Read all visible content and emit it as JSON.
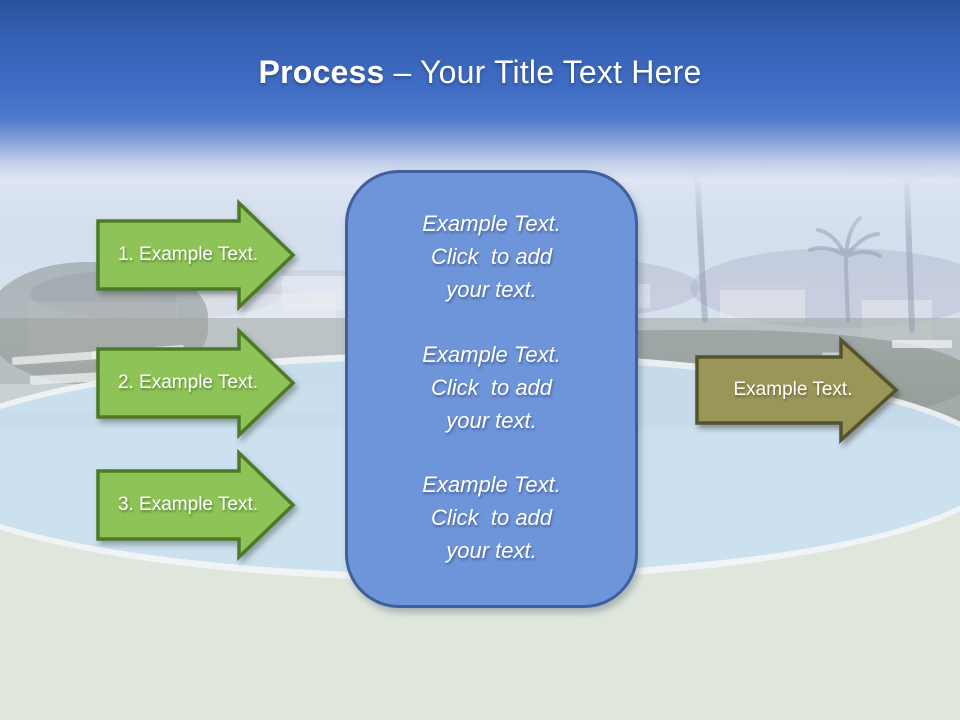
{
  "title": {
    "bold": "Process",
    "rest": "– Your Title Text Here"
  },
  "steps": [
    {
      "label": "1. Example Text."
    },
    {
      "label": "2. Example Text."
    },
    {
      "label": "3. Example Text."
    }
  ],
  "center_box": {
    "blocks": [
      "Example Text.\nClick  to add\nyour text.",
      "Example Text.\nClick  to add\nyour text.",
      "Example Text.\nClick  to add\nyour text."
    ]
  },
  "result_arrow": {
    "label": "Example Text."
  },
  "colors": {
    "header_blue_top": "#2b519e",
    "header_blue_mid": "#3f6cc3",
    "step_arrow_fill": "#8ec457",
    "step_arrow_border": "#4d7a28",
    "result_arrow_fill": "#9a9657",
    "result_arrow_border": "#55532e",
    "center_box_fill": "#6e94da",
    "center_box_border": "#40609b",
    "text_white": "#ffffff",
    "pool_water": "#cbe1f1",
    "ground": "#dfe7db"
  }
}
